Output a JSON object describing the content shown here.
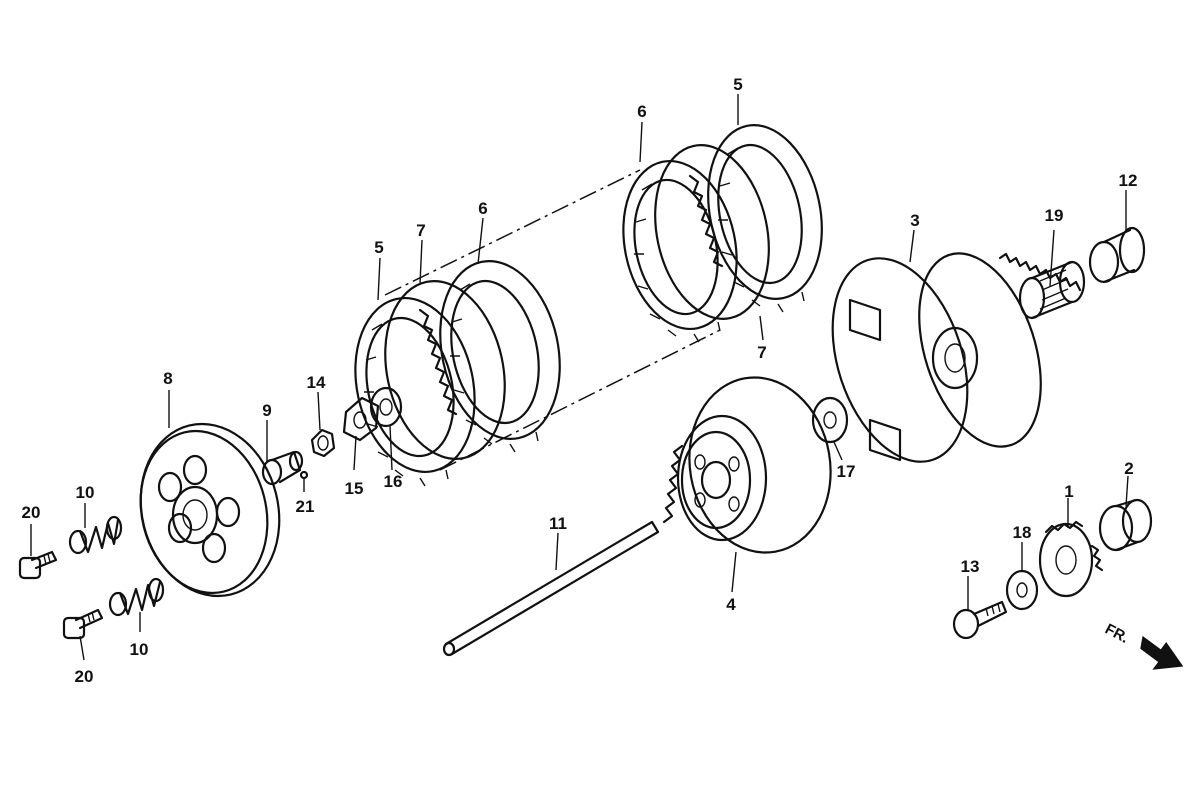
{
  "callouts": [
    "1",
    "2",
    "3",
    "4",
    "5",
    "6",
    "7",
    "8",
    "9",
    "10",
    "11",
    "12",
    "13",
    "14",
    "15",
    "16",
    "17",
    "18",
    "19",
    "20",
    "21"
  ],
  "direction_label": "FR."
}
